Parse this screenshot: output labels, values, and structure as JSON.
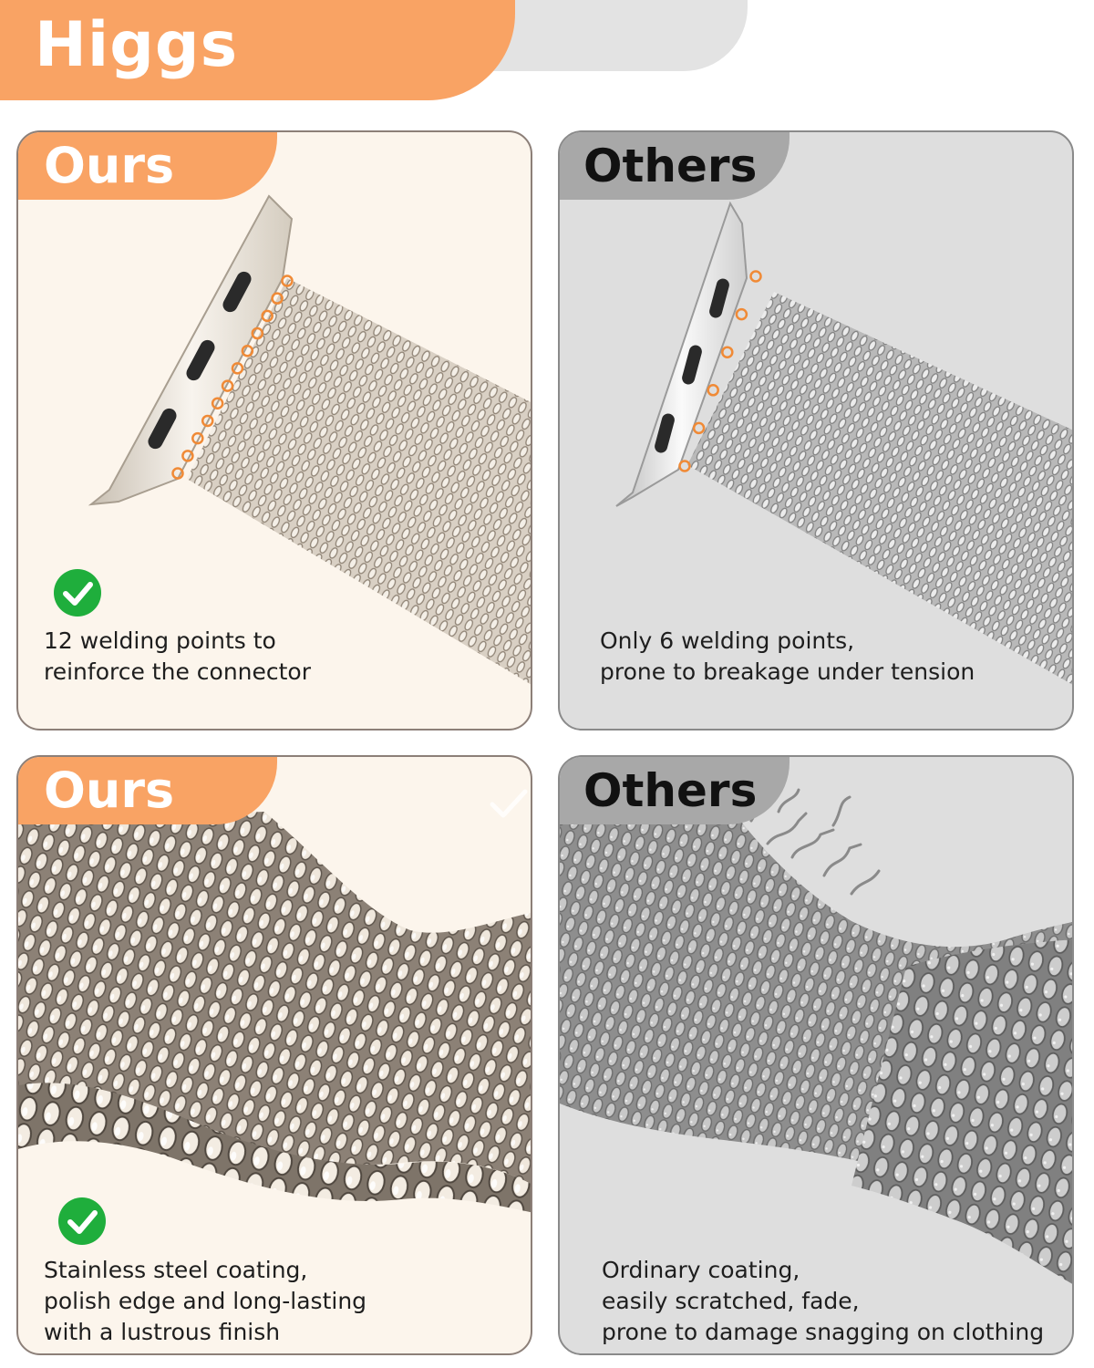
{
  "brand": "Higgs",
  "colors": {
    "accent_orange": "#f9a364",
    "others_grey": "#a8a8a8",
    "check_green": "#1fae3c",
    "weld_ring": "#f08a36"
  },
  "panels": [
    {
      "tag": "Ours",
      "icon": "check-circle-icon",
      "caption": [
        "12 welding points to",
        "reinforce the connector"
      ]
    },
    {
      "tag": "Others",
      "caption": [
        "Only 6 welding points,",
        "prone to breakage under tension"
      ]
    },
    {
      "tag": "Ours",
      "icon": "check-circle-icon",
      "caption": [
        "Stainless steel coating,",
        "polish edge and long-lasting",
        "with a lustrous finish"
      ]
    },
    {
      "tag": "Others",
      "caption": [
        "Ordinary coating,",
        "easily scratched, fade,",
        "prone to damage snagging on clothing"
      ]
    }
  ]
}
